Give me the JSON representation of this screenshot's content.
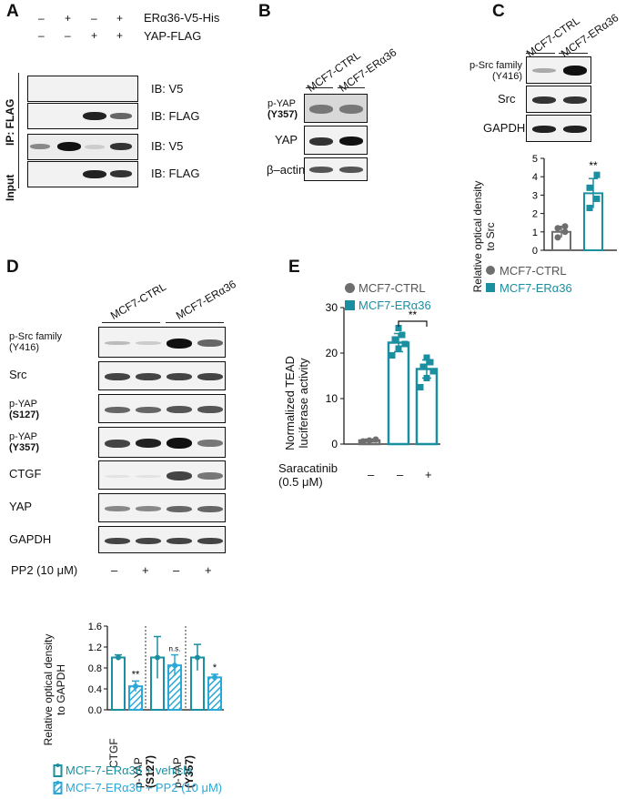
{
  "panelA": {
    "label": "A",
    "row1_signs": [
      "–",
      "+",
      "–",
      "+"
    ],
    "row1_label": "ERα36-V5-His",
    "row2_signs": [
      "–",
      "–",
      "+",
      "+"
    ],
    "row2_label": "YAP-FLAG",
    "ip_label": "IP: FLAG",
    "input_label": "Input",
    "blots": [
      "IB: V5",
      "IB: FLAG",
      "IB: V5",
      "IB: FLAG"
    ]
  },
  "panelB": {
    "label": "B",
    "col1": "MCF7-CTRL",
    "col2": "MCF7-ERα36",
    "pyap_label": "p-YAP",
    "pyap_site": "(Y357)",
    "yap_label": "YAP",
    "actin_label": "β–actin"
  },
  "panelC": {
    "label": "C",
    "col1": "MCF7-CTRL",
    "col2": "MCF7-ERα36",
    "psrc_label": "p-Src family",
    "psrc_site": "(Y416)",
    "src_label": "Src",
    "gapdh_label": "GAPDH",
    "ylabel1": "Relative optical density",
    "ylabel2": "to Src",
    "significance": "**",
    "legend": [
      {
        "label": "MCF7-CTRL",
        "color": "#6e6e6e"
      },
      {
        "label": "MCF7-ERα36",
        "color": "#1a8fa0"
      }
    ]
  },
  "panelD": {
    "label": "D",
    "col1": "MCF7-CTRL",
    "col2": "MCF7-ERα36",
    "rows": [
      {
        "line1": "p-Src family",
        "line2": "(Y416)"
      },
      {
        "line1": "Src",
        "line2": ""
      },
      {
        "line1": "p-YAP",
        "line2": "(S127)"
      },
      {
        "line1": "p-YAP",
        "line2": "(Y357)"
      },
      {
        "line1": "CTGF",
        "line2": ""
      },
      {
        "line1": "YAP",
        "line2": ""
      },
      {
        "line1": "GAPDH",
        "line2": ""
      }
    ],
    "pp2_label": "PP2 (10 μM)",
    "pp2_signs": [
      "–",
      "+",
      "–",
      "+"
    ],
    "ylabel1": "Relative optical density",
    "ylabel2": "to GAPDH",
    "xcats": [
      {
        "line1": "CTGF",
        "line2": ""
      },
      {
        "line1": "p-YAP",
        "line2": "(S127)"
      },
      {
        "line1": "p-YAP",
        "line2": "(Y357)"
      }
    ],
    "significance": [
      "**",
      "n.s.",
      "*"
    ],
    "legend": [
      "MCF-7-ERα36 + vehicle",
      "MCF-7-ERα36 + PP2 (10 μM)"
    ]
  },
  "panelE": {
    "label": "E",
    "legend": [
      {
        "label": "MCF7-CTRL",
        "color": "#6e6e6e"
      },
      {
        "label": "MCF7-ERα36",
        "color": "#1a8fa0"
      }
    ],
    "ylabel1": "Normalized TEAD",
    "ylabel2": "luciferase activity",
    "significance": "**",
    "treat_label1": "Saracatinib",
    "treat_label2": "(0.5 μM)",
    "treat_signs": [
      "–",
      "–",
      "+"
    ]
  },
  "chart_data": [
    {
      "type": "bar",
      "panel": "C",
      "categories": [
        "MCF7-CTRL",
        "MCF7-ERα36"
      ],
      "values": [
        1.0,
        3.1
      ],
      "errors": [
        0.3,
        0.8
      ],
      "points": [
        [
          0.7,
          1.0,
          1.2,
          1.3
        ],
        [
          2.3,
          2.8,
          3.4,
          4.1
        ]
      ],
      "ylim": [
        0,
        5
      ],
      "yticks": [
        0,
        1,
        2,
        3,
        4,
        5
      ],
      "colors": [
        "#6e6e6e",
        "#1a8fa0"
      ]
    },
    {
      "type": "bar",
      "panel": "D",
      "categories": [
        "CTGF",
        "p-YAP (S127)",
        "p-YAP (Y357)"
      ],
      "series": [
        {
          "name": "MCF-7-ERα36 + vehicle",
          "values": [
            1.0,
            1.0,
            1.0
          ],
          "errors": [
            0.05,
            0.4,
            0.25
          ]
        },
        {
          "name": "MCF-7-ERα36 + PP2 (10 μM)",
          "values": [
            0.45,
            0.85,
            0.62
          ],
          "errors": [
            0.1,
            0.2,
            0.06
          ]
        }
      ],
      "ylim": [
        0,
        1.6
      ],
      "yticks": [
        "0.0",
        "0.4",
        "0.8",
        "1.2",
        "1.6"
      ]
    },
    {
      "type": "bar",
      "panel": "E",
      "categories": [
        "MCF7-CTRL",
        "MCF7-ERα36",
        "MCF7-ERα36 + Saracatinib"
      ],
      "values": [
        0.8,
        22.3,
        16.5
      ],
      "errors": [
        0.3,
        2.0,
        2.0
      ],
      "points": [
        [
          0.6,
          0.8,
          1.0
        ],
        [
          19.5,
          21.0,
          22.0,
          23.0,
          24.0,
          25.5
        ],
        [
          12.5,
          14.5,
          16.0,
          17.0,
          18.0,
          19.0
        ]
      ],
      "ylim": [
        0,
        30
      ],
      "yticks": [
        0,
        10,
        20,
        30
      ]
    }
  ]
}
